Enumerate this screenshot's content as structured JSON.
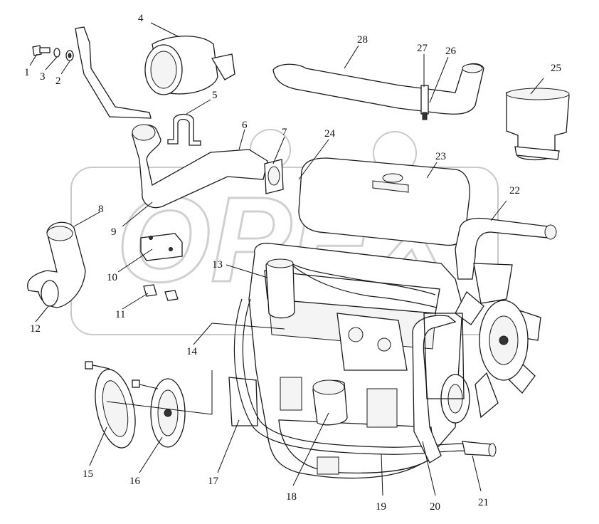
{
  "watermark": "OPEX",
  "callouts": [
    {
      "id": "1",
      "text": "1"
    },
    {
      "id": "2",
      "text": "2"
    },
    {
      "id": "3",
      "text": "3"
    },
    {
      "id": "4",
      "text": "4"
    },
    {
      "id": "5",
      "text": "5"
    },
    {
      "id": "6",
      "text": "6"
    },
    {
      "id": "7",
      "text": "7"
    },
    {
      "id": "8",
      "text": "8"
    },
    {
      "id": "9",
      "text": "9"
    },
    {
      "id": "10",
      "text": "10"
    },
    {
      "id": "11",
      "text": "11"
    },
    {
      "id": "12",
      "text": "12"
    },
    {
      "id": "13",
      "text": "13"
    },
    {
      "id": "14",
      "text": "14"
    },
    {
      "id": "15",
      "text": "15"
    },
    {
      "id": "16",
      "text": "16"
    },
    {
      "id": "17",
      "text": "17"
    },
    {
      "id": "18",
      "text": "18"
    },
    {
      "id": "19",
      "text": "19"
    },
    {
      "id": "20",
      "text": "20"
    },
    {
      "id": "21",
      "text": "21"
    },
    {
      "id": "22",
      "text": "22"
    },
    {
      "id": "23",
      "text": "23"
    },
    {
      "id": "24",
      "text": "24"
    },
    {
      "id": "25",
      "text": "25"
    },
    {
      "id": "26",
      "text": "26"
    },
    {
      "id": "27",
      "text": "27"
    },
    {
      "id": "28",
      "text": "28"
    }
  ]
}
